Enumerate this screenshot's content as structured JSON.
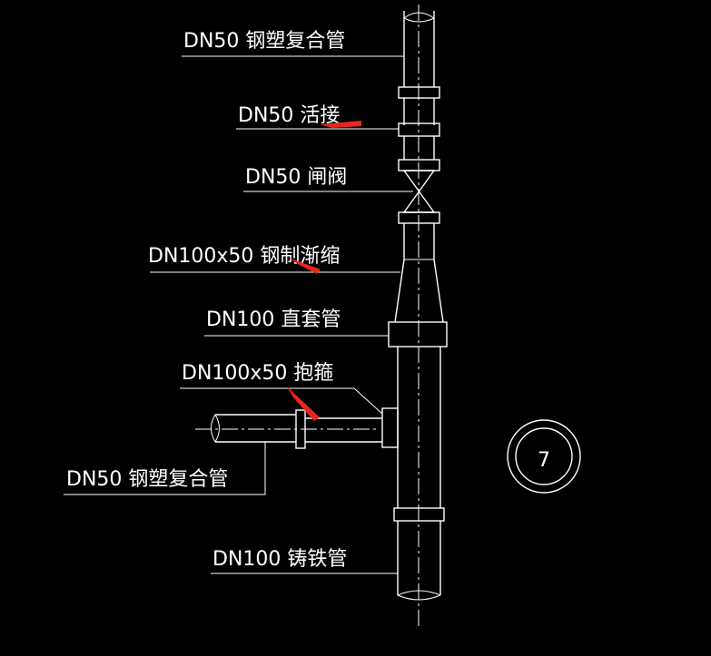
{
  "labels": {
    "pipe_top": "DN50 钢塑复合管",
    "union": "DN50 活接",
    "gate_valve": "DN50 闸阀",
    "reducer": "DN100x50 钢制渐缩",
    "sleeve": "DN100 直套管",
    "saddle": "DN100x50 抱箍",
    "pipe_branch": "DN50 钢塑复合管",
    "cast_iron": "DN100 铸铁管"
  },
  "circle_number": "7",
  "colors": {
    "background": "#000000",
    "lines": "#ffffff",
    "arrows": "#e8261e"
  }
}
